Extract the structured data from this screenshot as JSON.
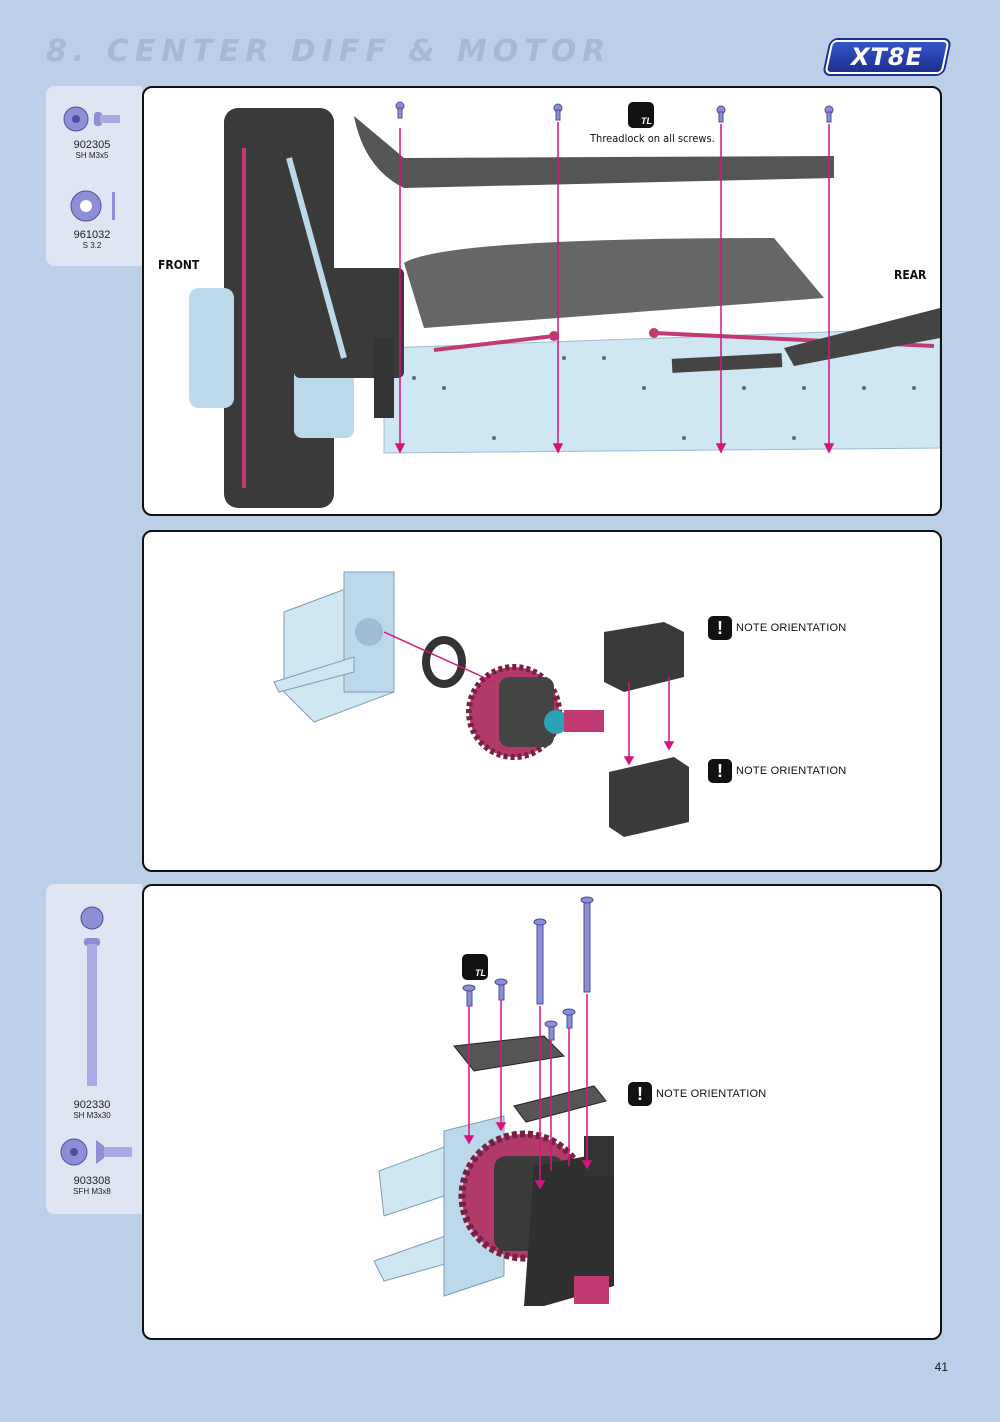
{
  "header": {
    "section_title": "8. CENTER DIFF & MOTOR",
    "logo_text": "XT8E"
  },
  "step1": {
    "parts": [
      {
        "number": "902305",
        "desc": "SH M3x5"
      },
      {
        "number": "961032",
        "desc": "S 3.2"
      }
    ],
    "threadlock_icon_text": "TL",
    "threadlock_note": "Threadlock on all screws.",
    "front_label": "FRONT",
    "rear_label": "REAR"
  },
  "step2": {
    "note_top": "NOTE ORIENTATION",
    "note_bottom": "NOTE ORIENTATION",
    "note_icon": "!"
  },
  "step3": {
    "parts": [
      {
        "number": "902330",
        "desc": "SH M3x30"
      },
      {
        "number": "903308",
        "desc": "SFH M3x8"
      }
    ],
    "threadlock_icon_text": "TL",
    "note": "NOTE ORIENTATION",
    "note_icon": "!"
  },
  "footer": {
    "page_number": "41"
  },
  "colors": {
    "page_background": "#bccfe9",
    "title_gray": "#a9b7cf",
    "logo_blue": "#2a43b0",
    "guide_magenta": "#d6147e",
    "chassis_blue": "#cfe6f3",
    "part_dark": "#333333",
    "screw_blue": "#8c8fd6"
  }
}
